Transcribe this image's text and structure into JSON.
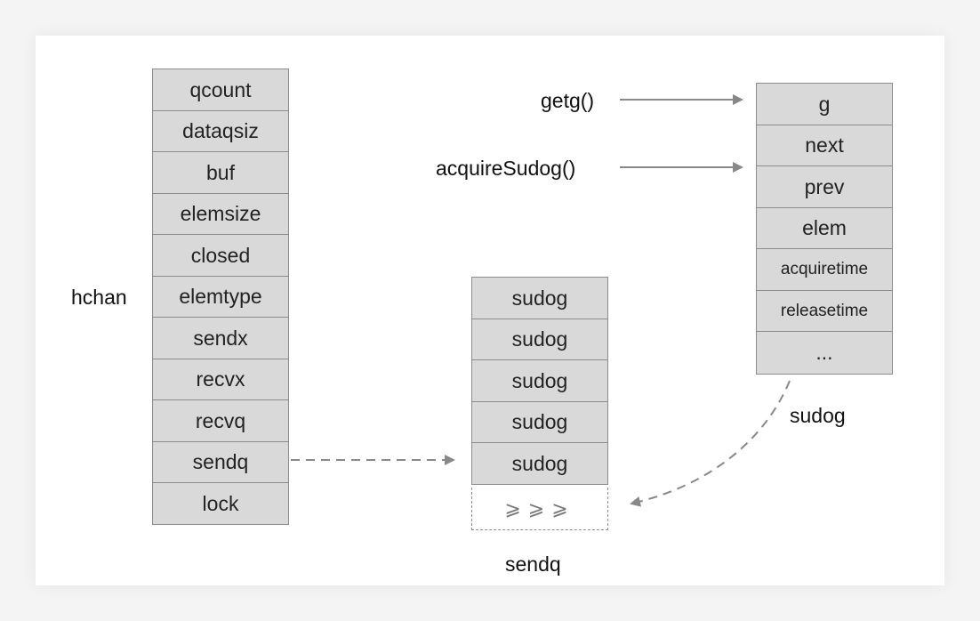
{
  "hchan": {
    "label": "hchan",
    "fields": [
      "qcount",
      "dataqsiz",
      "buf",
      "elemsize",
      "closed",
      "elemtype",
      "sendx",
      "recvx",
      "recvq",
      "sendq",
      "lock"
    ]
  },
  "sendq": {
    "label": "sendq",
    "items": [
      "sudog",
      "sudog",
      "sudog",
      "sudog",
      "sudog"
    ],
    "ellipsis": "⩾⩾⩾"
  },
  "sudog": {
    "label": "sudog",
    "fields": [
      "g",
      "next",
      "prev",
      "elem",
      "acquiretime",
      "releasetime",
      "..."
    ]
  },
  "calls": {
    "getg": "getg()",
    "acquire_sudog": "acquireSudog()"
  },
  "colors": {
    "cell_fill": "#d9d9d9",
    "cell_border": "#8c8c8c",
    "arrow": "#888888"
  }
}
